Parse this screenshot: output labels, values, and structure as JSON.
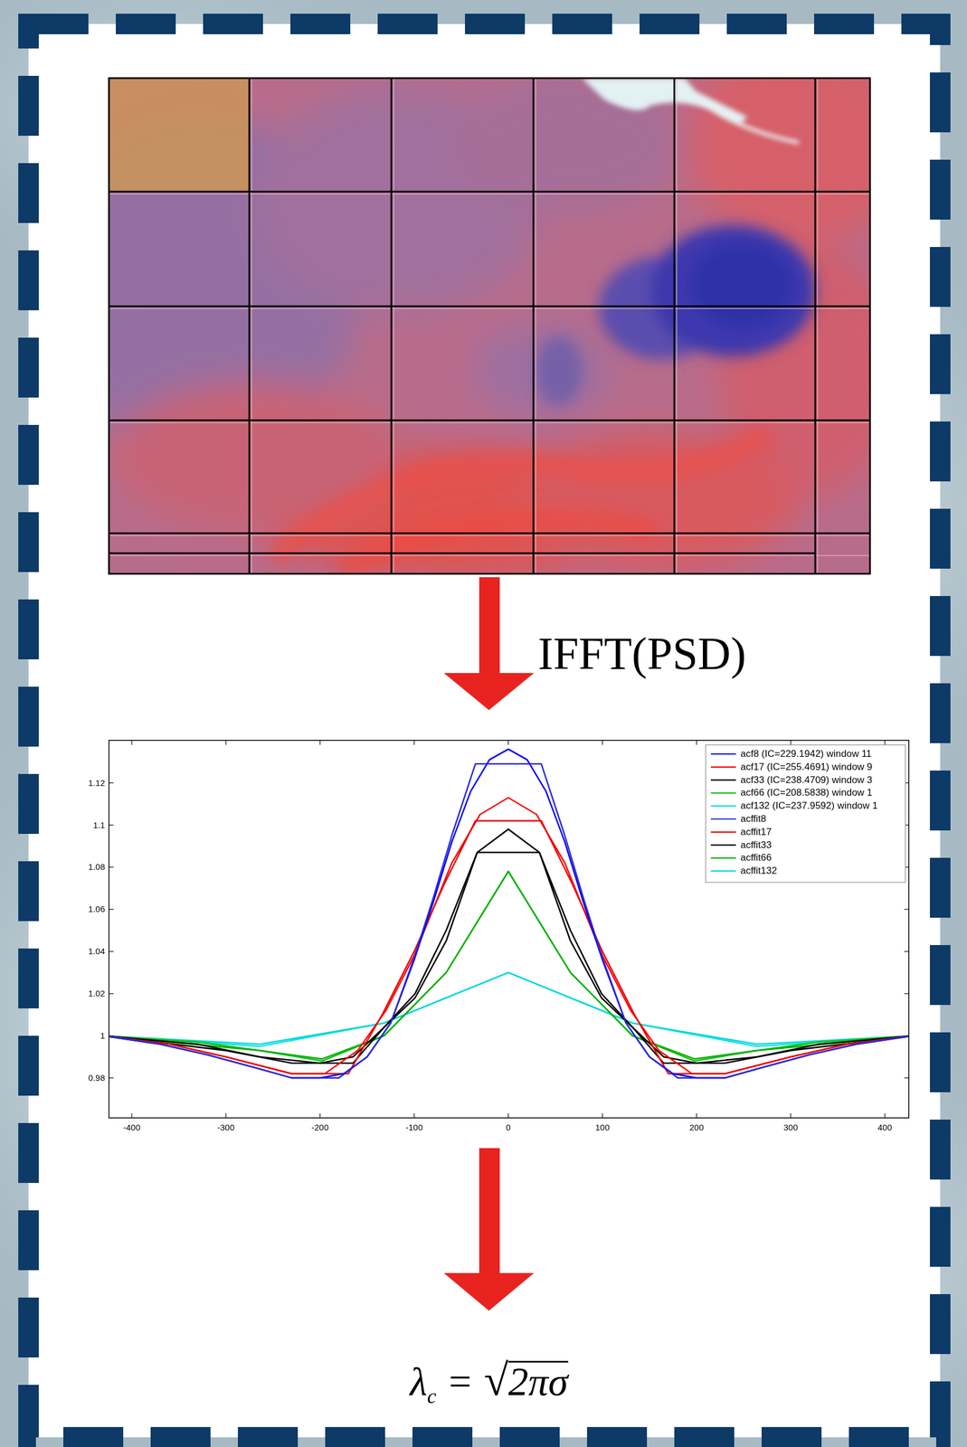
{
  "diagram": {
    "labels": [
      "IFFT(PSD)",
      "1.12",
      "1.1",
      "1.08",
      "1.06",
      "1.04",
      "1.02",
      "1",
      "0.98",
      "-400",
      "-300",
      "-200",
      "-100",
      "0",
      "100",
      "200",
      "300",
      "400",
      "λ",
      "c",
      "=",
      "√",
      "2πσ"
    ],
    "legend": [
      {
        "text": "acf8 (IC=229.1942) window 11"
      },
      {
        "text": "acf17 (IC=255.4691) window 9"
      },
      {
        "text": "acf33 (IC=238.4709) window 3"
      },
      {
        "text": "acf66 (IC=208.5838) window 1"
      },
      {
        "text": "acf132 (IC=237.9592) window 1"
      },
      {
        "text": "acffit8"
      },
      {
        "text": "acffit17"
      },
      {
        "text": "acffit33"
      },
      {
        "text": "acffit66"
      },
      {
        "text": "acffit132"
      }
    ]
  }
}
